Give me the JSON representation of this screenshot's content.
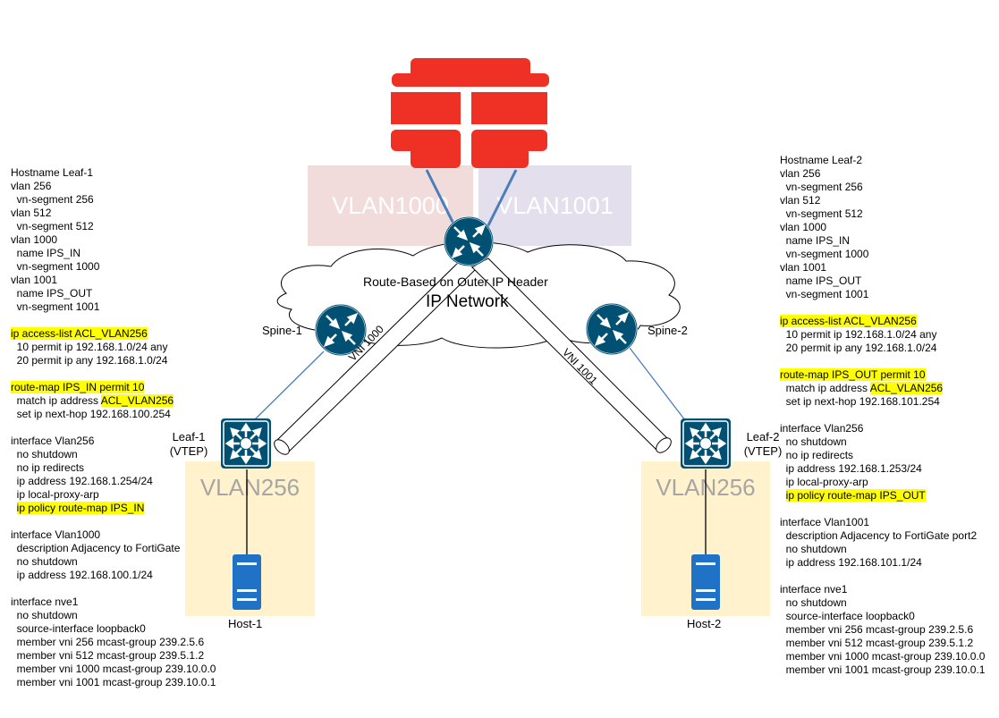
{
  "firewall": {
    "icon": "fortigate-icon",
    "color": "#ee3124"
  },
  "vlans": {
    "vlan1000": {
      "label": "VLAN1000",
      "color": "#f2dcdb"
    },
    "vlan1001": {
      "label": "VLAN1001",
      "color": "#e4dfec"
    },
    "left_vlan256": {
      "label": "VLAN256",
      "color": "#fff2cc"
    },
    "right_vlan256": {
      "label": "VLAN256",
      "color": "#fff2cc"
    }
  },
  "network": {
    "caption": "Route-Based on Outer IP Header",
    "title": "IP Network"
  },
  "devices": {
    "spine1": "Spine-1",
    "spine2": "Spine-2",
    "leaf1_name": "Leaf-1",
    "leaf1_role": "(VTEP)",
    "leaf2_name": "Leaf-2",
    "leaf2_role": "(VTEP)",
    "host1": "Host-1",
    "host2": "Host-2"
  },
  "tunnels": {
    "left": "VNI 1000",
    "right": "VNI 1001"
  },
  "colors": {
    "device": "#005073",
    "link_blue": "#4a7ebb",
    "highlight": "#ffff00"
  },
  "leaf1_config": [
    [
      "Hostname Leaf-1"
    ],
    [
      "vlan 256"
    ],
    [
      "  vn-segment 256"
    ],
    [
      "vlan 512"
    ],
    [
      "  vn-segment 512"
    ],
    [
      "vlan 1000"
    ],
    [
      "  name IPS_IN"
    ],
    [
      "  vn-segment 1000"
    ],
    [
      "vlan 1001"
    ],
    [
      "  name IPS_OUT"
    ],
    [
      "  vn-segment 1001"
    ],
    [
      ""
    ],
    [
      "",
      "ip access-list ACL_VLAN256"
    ],
    [
      "  10 permit ip 192.168.1.0/24 any"
    ],
    [
      "  20 permit ip any 192.168.1.0/24"
    ],
    [
      ""
    ],
    [
      "",
      "route-map IPS_IN permit 10"
    ],
    [
      "  match ip address ",
      "ACL_VLAN256"
    ],
    [
      "  set ip next-hop 192.168.100.254"
    ],
    [
      ""
    ],
    [
      "interface Vlan256"
    ],
    [
      "  no shutdown"
    ],
    [
      "  no ip redirects"
    ],
    [
      "  ip address 192.168.1.254/24"
    ],
    [
      "  ip local-proxy-arp"
    ],
    [
      "  ",
      "ip policy route-map IPS_IN"
    ],
    [
      ""
    ],
    [
      "interface Vlan1000"
    ],
    [
      "  description Adjacency to FortiGate"
    ],
    [
      "  no shutdown"
    ],
    [
      "  ip address 192.168.100.1/24"
    ],
    [
      ""
    ],
    [
      "interface nve1"
    ],
    [
      "  no shutdown"
    ],
    [
      "  source-interface loopback0"
    ],
    [
      "  member vni 256 mcast-group 239.2.5.6"
    ],
    [
      "  member vni 512 mcast-group 239.5.1.2"
    ],
    [
      "  member vni 1000 mcast-group 239.10.0.0"
    ],
    [
      "  member vni 1001 mcast-group 239.10.0.1"
    ]
  ],
  "leaf2_config": [
    [
      "Hostname Leaf-2"
    ],
    [
      "vlan 256"
    ],
    [
      "  vn-segment 256"
    ],
    [
      "vlan 512"
    ],
    [
      "  vn-segment 512"
    ],
    [
      "vlan 1000"
    ],
    [
      "  name IPS_IN"
    ],
    [
      "  vn-segment 1000"
    ],
    [
      "vlan 1001"
    ],
    [
      "  name IPS_OUT"
    ],
    [
      "  vn-segment 1001"
    ],
    [
      ""
    ],
    [
      "",
      "ip access-list ACL_VLAN256"
    ],
    [
      "  10 permit ip 192.168.1.0/24 any"
    ],
    [
      "  20 permit ip any 192.168.1.0/24"
    ],
    [
      ""
    ],
    [
      "",
      "route-map IPS_OUT permit 10"
    ],
    [
      "  match ip address ",
      "ACL_VLAN256"
    ],
    [
      "  set ip next-hop 192.168.101.254"
    ],
    [
      ""
    ],
    [
      "interface Vlan256"
    ],
    [
      "  no shutdown"
    ],
    [
      "  no ip redirects"
    ],
    [
      "  ip address 192.168.1.253/24"
    ],
    [
      "  ip local-proxy-arp"
    ],
    [
      "  ",
      "ip policy route-map IPS_OUT"
    ],
    [
      ""
    ],
    [
      "interface Vlan1001"
    ],
    [
      "  description Adjacency to FortiGate port2"
    ],
    [
      "  no shutdown"
    ],
    [
      "  ip address 192.168.101.1/24"
    ],
    [
      ""
    ],
    [
      "interface nve1"
    ],
    [
      "  no shutdown"
    ],
    [
      "  source-interface loopback0"
    ],
    [
      "  member vni 256 mcast-group 239.2.5.6"
    ],
    [
      "  member vni 512 mcast-group 239.5.1.2"
    ],
    [
      "  member vni 1000 mcast-group 239.10.0.0"
    ],
    [
      "  member vni 1001 mcast-group 239.10.0.1"
    ]
  ]
}
